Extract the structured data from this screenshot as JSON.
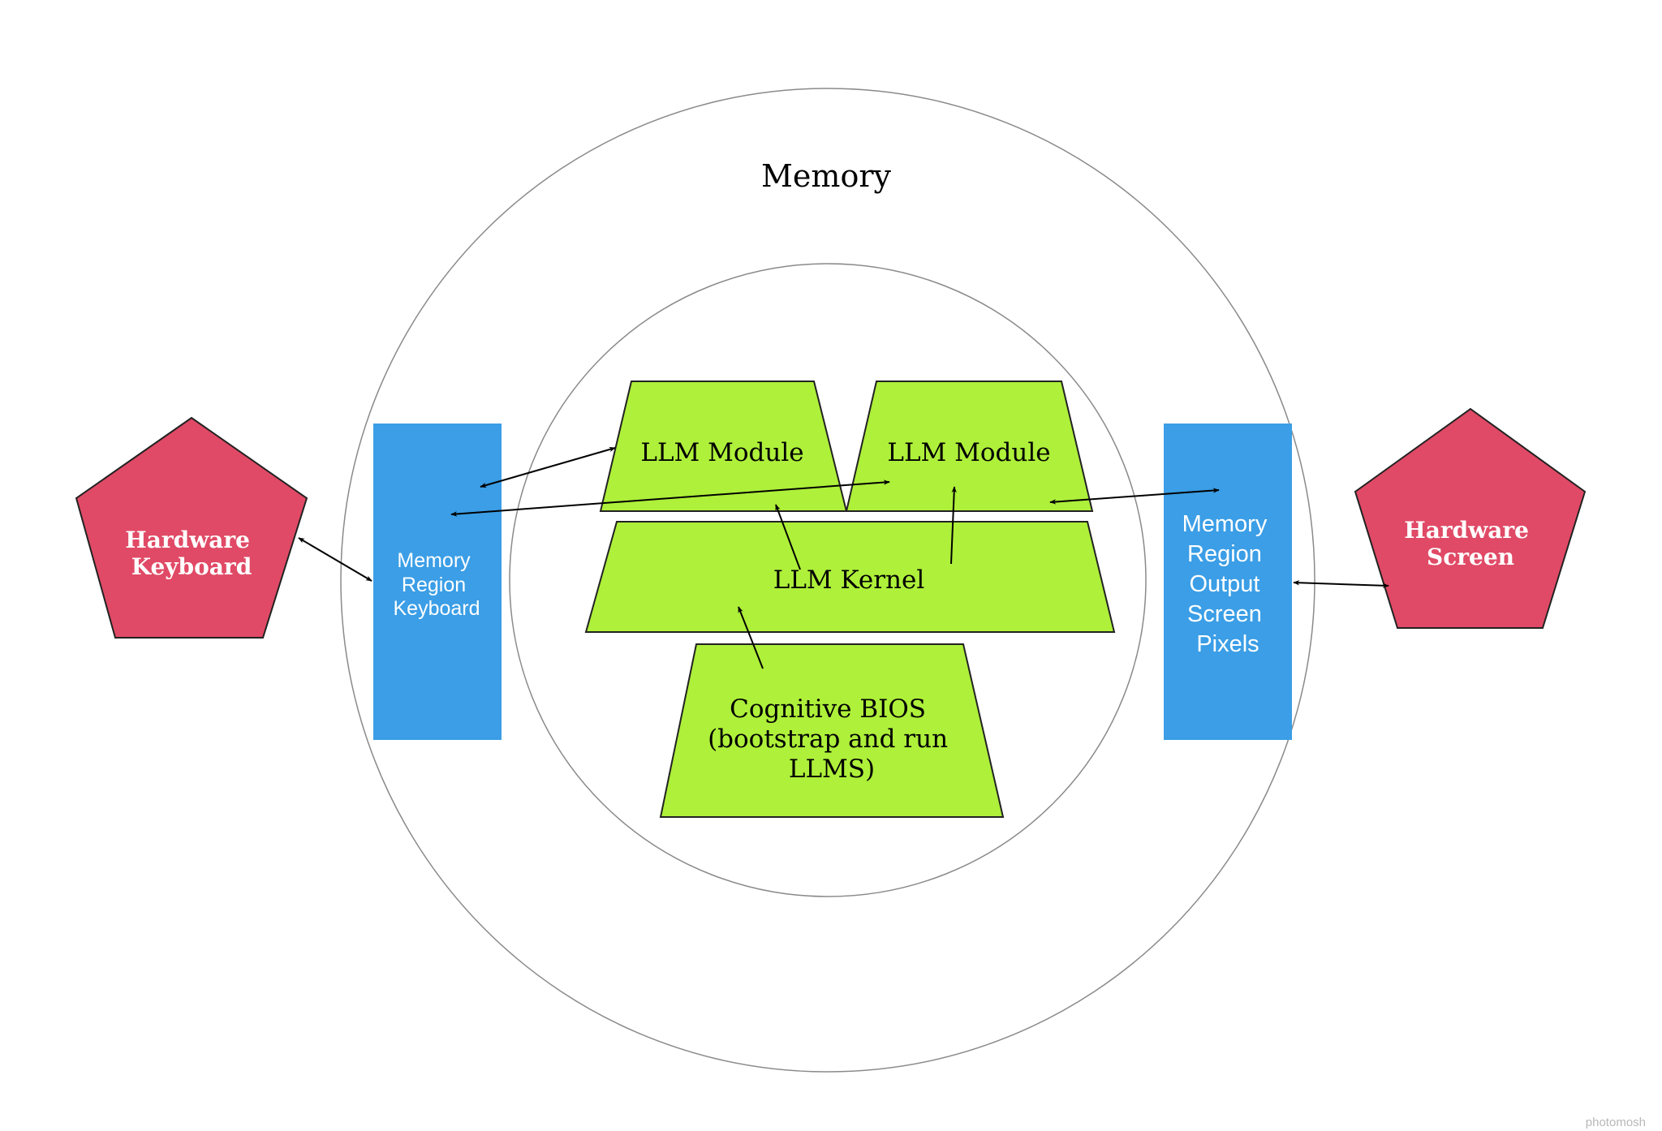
{
  "diagram": {
    "title": "Memory",
    "nodes": {
      "hardware_keyboard": {
        "lines": [
          "Hardware",
          "Keyboard"
        ]
      },
      "memory_region_keyboard": {
        "lines": [
          "Memory",
          "Region",
          "Keyboard"
        ]
      },
      "llm_module_left": {
        "lines": [
          "LLM Module"
        ]
      },
      "llm_module_right": {
        "lines": [
          "LLM Module"
        ]
      },
      "llm_kernel": {
        "lines": [
          "LLM Kernel"
        ]
      },
      "cognitive_bios": {
        "lines": [
          "Cognitive BIOS",
          "(bootstrap and run",
          "LLMS)"
        ]
      },
      "memory_region_output": {
        "lines": [
          "Memory",
          "Region",
          "Output",
          "Screen",
          "Pixels"
        ]
      },
      "hardware_screen": {
        "lines": [
          "Hardware",
          "Screen"
        ]
      }
    },
    "edges": [
      {
        "from": "Hardware Keyboard",
        "to": "Memory Region Keyboard",
        "direction": "both"
      },
      {
        "from": "Memory Region Keyboard",
        "to": "LLM Module (left)",
        "direction": "both"
      },
      {
        "from": "Memory Region Keyboard",
        "to": "LLM Module (right)",
        "direction": "both"
      },
      {
        "from": "LLM Kernel",
        "to": "LLM Module (left)",
        "direction": "forward"
      },
      {
        "from": "LLM Kernel",
        "to": "LLM Module (right)",
        "direction": "forward"
      },
      {
        "from": "Cognitive BIOS",
        "to": "LLM Kernel",
        "direction": "forward"
      },
      {
        "from": "LLM Module (right)",
        "to": "Memory Region Output Screen Pixels",
        "direction": "both"
      },
      {
        "from": "Memory Region Output Screen Pixels",
        "to": "Hardware Screen",
        "direction": "both"
      }
    ],
    "colors": {
      "pentagon_fill": "#e04a66",
      "memory_region_fill": "#3b9ee6",
      "llm_fill": "#aef03a",
      "circle_stroke": "#8a8a8a",
      "arrow": "#000000"
    },
    "watermark": "photomosh"
  }
}
